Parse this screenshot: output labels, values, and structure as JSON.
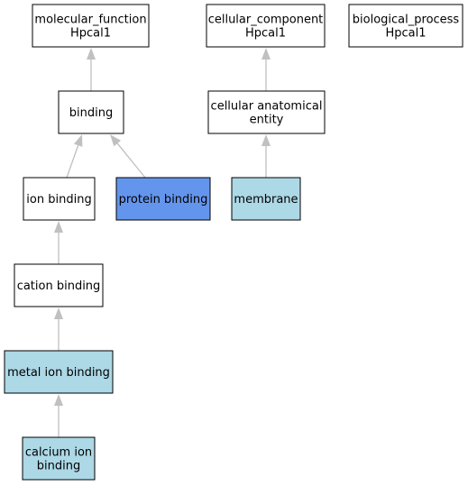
{
  "graph": {
    "colors": {
      "plain": "#ffffff",
      "annotated": "#add8e6",
      "selected": "#6495ed",
      "edge": "#c0c0c0"
    },
    "nodes": {
      "molecular_function": {
        "lines": [
          "molecular_function",
          "Hpcal1"
        ],
        "style": "plain"
      },
      "cellular_component": {
        "lines": [
          "cellular_component",
          "Hpcal1"
        ],
        "style": "plain"
      },
      "biological_process": {
        "lines": [
          "biological_process",
          "Hpcal1"
        ],
        "style": "plain"
      },
      "binding": {
        "lines": [
          "binding"
        ],
        "style": "plain"
      },
      "cellular_anatomical_entity": {
        "lines": [
          "cellular anatomical",
          "entity"
        ],
        "style": "plain"
      },
      "ion_binding": {
        "lines": [
          "ion binding"
        ],
        "style": "plain"
      },
      "protein_binding": {
        "lines": [
          "protein binding"
        ],
        "style": "selected"
      },
      "membrane": {
        "lines": [
          "membrane"
        ],
        "style": "annotated"
      },
      "cation_binding": {
        "lines": [
          "cation binding"
        ],
        "style": "plain"
      },
      "metal_ion_binding": {
        "lines": [
          "metal ion binding"
        ],
        "style": "annotated"
      },
      "calcium_ion_binding": {
        "lines": [
          "calcium ion",
          "binding"
        ],
        "style": "annotated"
      }
    },
    "edges": [
      {
        "from": "binding",
        "to": "molecular_function"
      },
      {
        "from": "cellular_anatomical_entity",
        "to": "cellular_component"
      },
      {
        "from": "ion_binding",
        "to": "binding"
      },
      {
        "from": "protein_binding",
        "to": "binding"
      },
      {
        "from": "membrane",
        "to": "cellular_anatomical_entity"
      },
      {
        "from": "cation_binding",
        "to": "ion_binding"
      },
      {
        "from": "metal_ion_binding",
        "to": "cation_binding"
      },
      {
        "from": "calcium_ion_binding",
        "to": "metal_ion_binding"
      }
    ]
  }
}
